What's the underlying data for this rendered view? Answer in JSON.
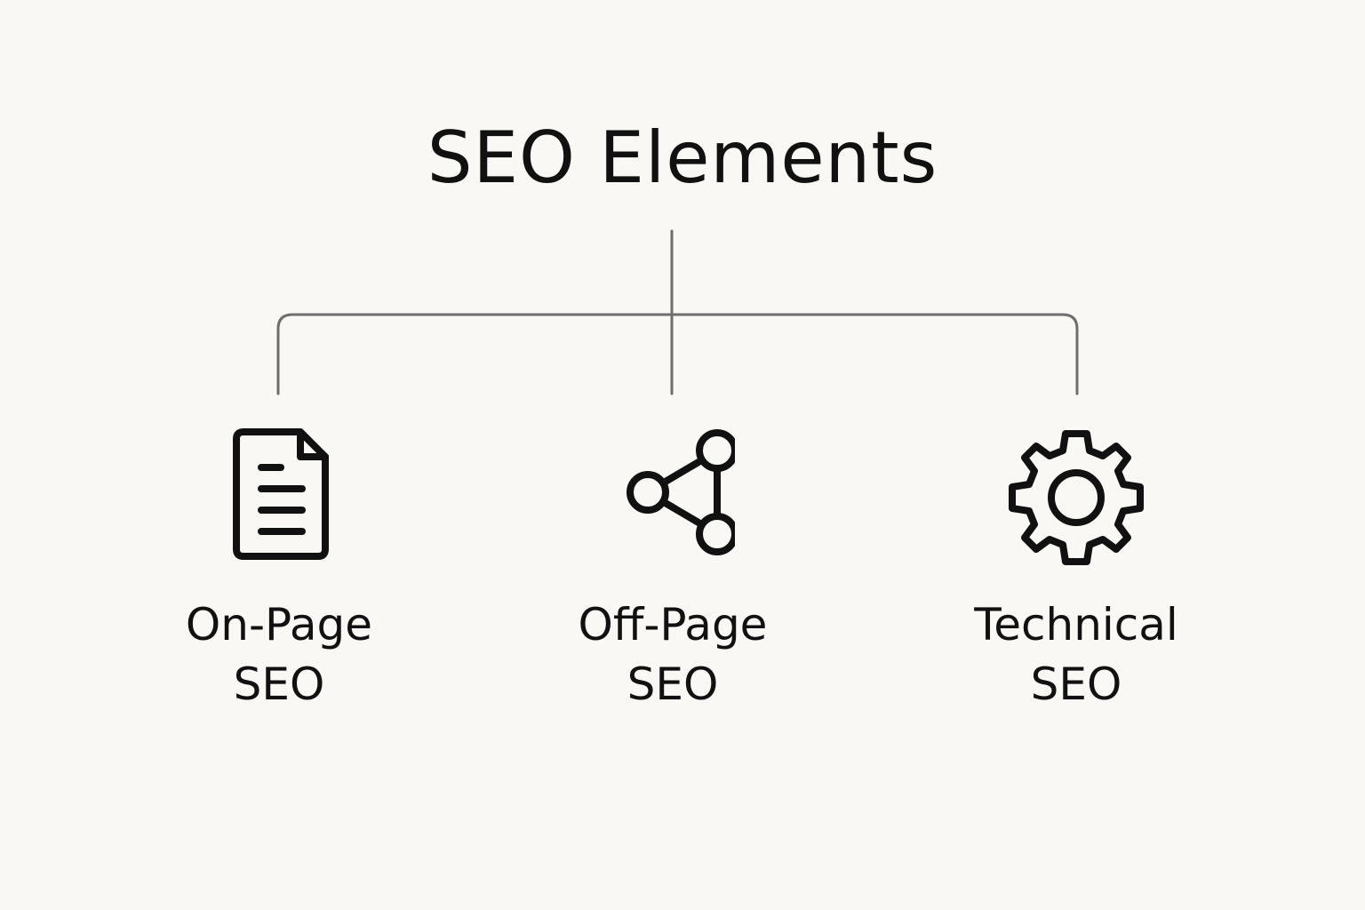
{
  "diagram": {
    "title": "SEO Elements",
    "nodes": [
      {
        "icon": "document-icon",
        "label_line1": "On-Page",
        "label_line2": "SEO"
      },
      {
        "icon": "share-network-icon",
        "label_line1": "Off-Page",
        "label_line2": "SEO"
      },
      {
        "icon": "gear-icon",
        "label_line1": "Technical",
        "label_line2": "SEO"
      }
    ],
    "colors": {
      "background": "#f9f8f4",
      "text": "#111111",
      "connector": "#6e6e6e"
    }
  }
}
